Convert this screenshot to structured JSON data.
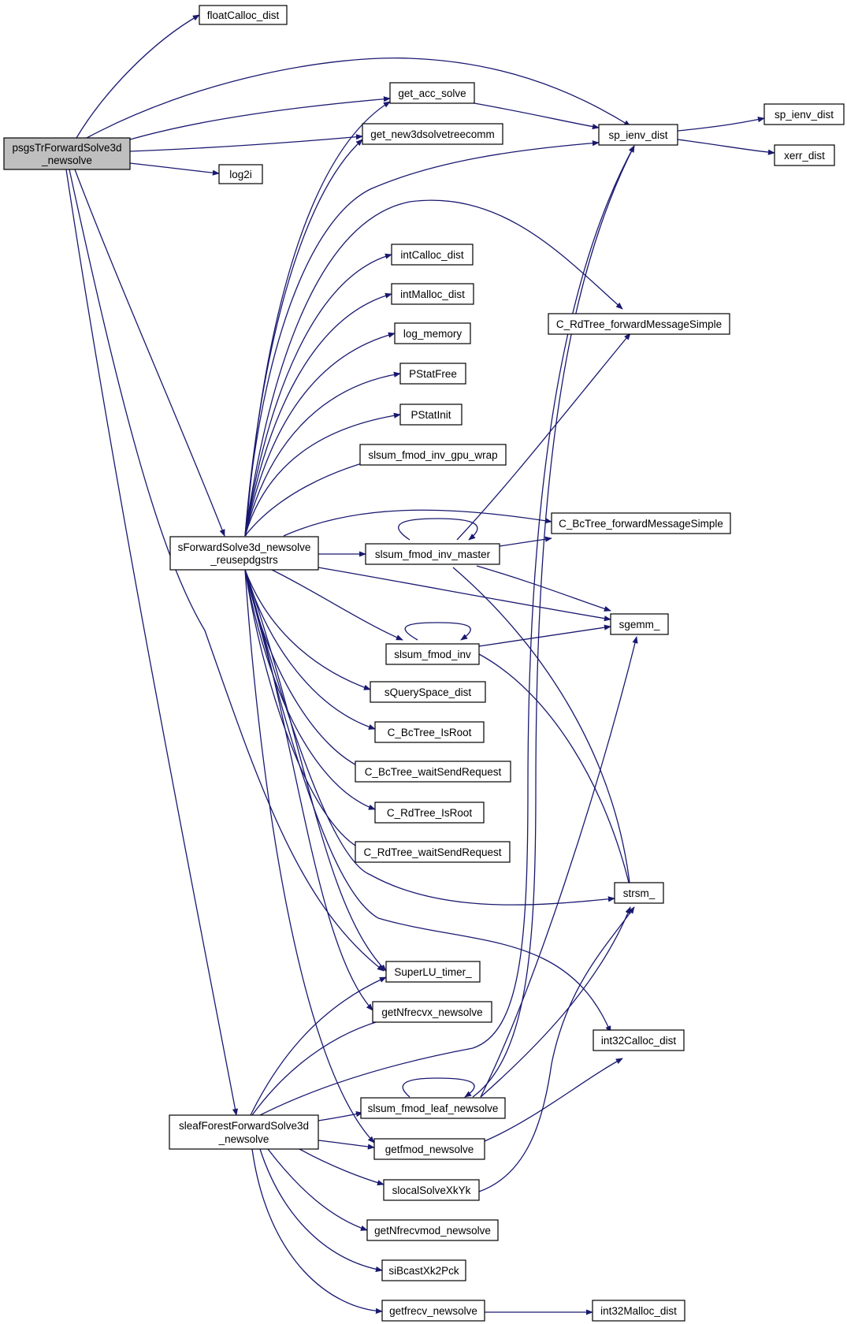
{
  "diagram": {
    "colors": {
      "edge": "#191970",
      "node_border": "#000000",
      "node_fill": "#ffffff",
      "root_fill": "#bfbfbf"
    },
    "nodes": {
      "root": [
        "psgsTrForwardSolve3d",
        "_newsolve"
      ],
      "floatCalloc": [
        "floatCalloc_dist"
      ],
      "getAcc": [
        "get_acc_solve"
      ],
      "getNew3d": [
        "get_new3dsolvetreecomm"
      ],
      "log2i": [
        "log2i"
      ],
      "spIenv": [
        "sp_ienv_dist"
      ],
      "spIenv2": [
        "sp_ienv_dist"
      ],
      "xerr": [
        "xerr_dist"
      ],
      "intCalloc": [
        "intCalloc_dist"
      ],
      "intMalloc": [
        "intMalloc_dist"
      ],
      "logMem": [
        "log_memory"
      ],
      "pstatFree": [
        "PStatFree"
      ],
      "pstatInit": [
        "PStatInit"
      ],
      "gpuWrap": [
        "slsum_fmod_inv_gpu_wrap"
      ],
      "rdForward": [
        "C_RdTree_forwardMessageSimple"
      ],
      "bcForward": [
        "C_BcTree_forwardMessageSimple"
      ],
      "sForward": [
        "sForwardSolve3d_newsolve",
        "_reusepdgstrs"
      ],
      "invMaster": [
        "slsum_fmod_inv_master"
      ],
      "sgemm": [
        "sgemm_"
      ],
      "fmodInv": [
        "slsum_fmod_inv"
      ],
      "sQuery": [
        "sQuerySpace_dist"
      ],
      "bcIsRoot": [
        "C_BcTree_IsRoot"
      ],
      "bcWait": [
        "C_BcTree_waitSendRequest"
      ],
      "rdIsRoot": [
        "C_RdTree_IsRoot"
      ],
      "rdWait": [
        "C_RdTree_waitSendRequest"
      ],
      "strsm": [
        "strsm_"
      ],
      "timer": [
        "SuperLU_timer_"
      ],
      "getNfrecvx": [
        "getNfrecvx_newsolve"
      ],
      "int32Calloc": [
        "int32Calloc_dist"
      ],
      "leafNew": [
        "slsum_fmod_leaf_newsolve"
      ],
      "sleaf": [
        "sleafForestForwardSolve3d",
        "_newsolve"
      ],
      "getfmod": [
        "getfmod_newsolve"
      ],
      "slocal": [
        "slocalSolveXkYk"
      ],
      "getNfrecvmod": [
        "getNfrecvmod_newsolve"
      ],
      "siBcast": [
        "siBcastXk2Pck"
      ],
      "getfrecv": [
        "getfrecv_newsolve"
      ],
      "int32Malloc": [
        "int32Malloc_dist"
      ]
    }
  }
}
